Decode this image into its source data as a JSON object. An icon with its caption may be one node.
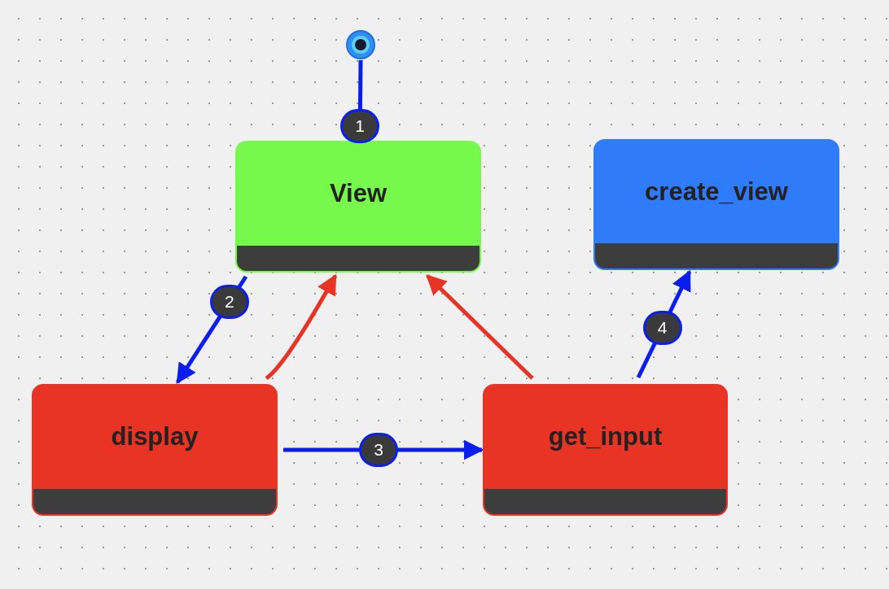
{
  "diagram": {
    "nodes": [
      {
        "text": [],
        "shape": "circle"
      },
      {
        "text": [
          "View"
        ]
      },
      {
        "text": [
          "create_view"
        ]
      },
      {
        "text": [
          "display"
        ]
      },
      {
        "text": [
          "get_input"
        ]
      }
    ],
    "edges": [
      {
        "from": 0,
        "to": 1,
        "arrow": "none",
        "label": "1"
      },
      {
        "from": 1,
        "to": 3,
        "arrow": "to",
        "label": "2"
      },
      {
        "from": 3,
        "to": 1,
        "arrow": "to",
        "color": "#e83425"
      },
      {
        "from": 3,
        "to": 4,
        "arrow": "to",
        "label": "3"
      },
      {
        "from": 4,
        "to": 1,
        "arrow": "to",
        "color": "#e83425"
      },
      {
        "from": 4,
        "to": 2,
        "arrow": "to",
        "label": "4"
      }
    ]
  }
}
